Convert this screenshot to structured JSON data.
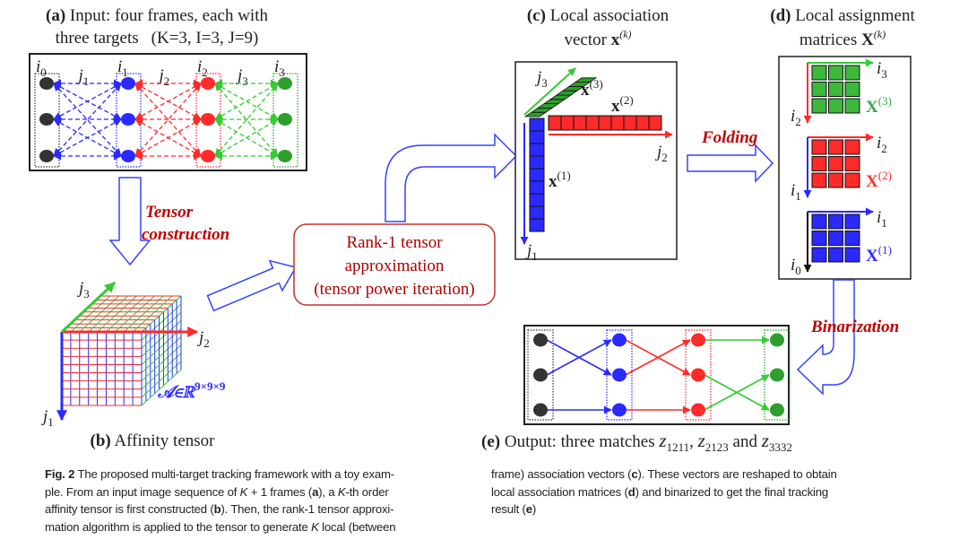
{
  "colors": {
    "frame0": "#333333",
    "frame1": "#2a2aff",
    "frame2": "#ff2a2a",
    "frame3": "#2e9e2e",
    "link3": "#33cc33",
    "hollow_arrow": "#3344ff",
    "process_red": "#c00000"
  },
  "panel_a": {
    "title_bold": "(a)",
    "title_line1": " Input: four frames, each with",
    "title_line2": "three targets",
    "params": "(K=3, I=3, J=9)",
    "frame_labels": [
      {
        "base": "i",
        "sub": "0"
      },
      {
        "base": "i",
        "sub": "1"
      },
      {
        "base": "i",
        "sub": "2"
      },
      {
        "base": "i",
        "sub": "3"
      }
    ],
    "link_labels": [
      {
        "base": "j",
        "sub": "1"
      },
      {
        "base": "j",
        "sub": "2"
      },
      {
        "base": "j",
        "sub": "3"
      }
    ]
  },
  "step_tensor_construction": [
    "Tensor",
    "construction"
  ],
  "panel_b": {
    "title_bold": "(b)",
    "title": " Affinity tensor",
    "axes": [
      {
        "base": "j",
        "sub": "1"
      },
      {
        "base": "j",
        "sub": "2"
      },
      {
        "base": "j",
        "sub": "3"
      }
    ],
    "tensor_label": "𝒜∈ℝ",
    "tensor_dims": "9×9×9"
  },
  "rank1_box": [
    "Rank-1 tensor",
    "approximation",
    "(tensor power iteration)"
  ],
  "panel_c": {
    "title_bold": "(c)",
    "title_line1": " Local association",
    "title_line2": "vector ",
    "vec": "x",
    "sup": "(k)",
    "vectors": [
      {
        "base": "x",
        "sup": "(1)"
      },
      {
        "base": "x",
        "sup": "(2)"
      },
      {
        "base": "x",
        "sup": "(3)"
      }
    ],
    "axes": [
      {
        "base": "j",
        "sub": "1"
      },
      {
        "base": "j",
        "sub": "2"
      },
      {
        "base": "j",
        "sub": "3"
      }
    ]
  },
  "step_folding": "Folding",
  "panel_d": {
    "title_bold": "(d)",
    "title_line1": " Local assignment",
    "title_line2": "matrices ",
    "mat": "X",
    "sup": "(k)",
    "matrices": [
      {
        "name": "X",
        "sup": "(3)",
        "row": {
          "base": "i",
          "sub": "2"
        },
        "col": {
          "base": "i",
          "sub": "3"
        }
      },
      {
        "name": "X",
        "sup": "(2)",
        "row": {
          "base": "i",
          "sub": "1"
        },
        "col": {
          "base": "i",
          "sub": "2"
        }
      },
      {
        "name": "X",
        "sup": "(1)",
        "row": {
          "base": "i",
          "sub": "0"
        },
        "col": {
          "base": "i",
          "sub": "1"
        }
      }
    ]
  },
  "step_binarization": "Binarization",
  "panel_e": {
    "title_bold": "(e)",
    "title": " Output: three matches ",
    "matches": [
      {
        "base": "z",
        "sub": "1211"
      },
      {
        "base": "z",
        "sub": "2123"
      },
      {
        "base": "z",
        "sub": "3332"
      }
    ],
    "sep1": ",  ",
    "sep2": " and ",
    "links": [
      [
        [
          0,
          1
        ],
        [
          1,
          0
        ],
        [
          2,
          2
        ]
      ],
      [
        [
          0,
          1
        ],
        [
          1,
          0
        ],
        [
          2,
          2
        ]
      ],
      [
        [
          0,
          0
        ],
        [
          1,
          2
        ],
        [
          2,
          1
        ]
      ]
    ]
  },
  "caption": {
    "left": [
      [
        {
          "t": "Fig. 2",
          "b": true
        },
        {
          "t": "  The proposed multi-target tracking framework with a toy exam-"
        }
      ],
      [
        {
          "t": "ple. From an input image sequence of "
        },
        {
          "t": "K",
          "i": true
        },
        {
          "t": " + 1 frames ("
        },
        {
          "t": "a",
          "b": true
        },
        {
          "t": "), a "
        },
        {
          "t": "K",
          "i": true
        },
        {
          "t": "-th order"
        }
      ],
      [
        {
          "t": "affinity tensor is first constructed ("
        },
        {
          "t": "b",
          "b": true
        },
        {
          "t": "). Then, the rank-1 tensor approxi-"
        }
      ],
      [
        {
          "t": "mation algorithm is applied to the tensor to generate "
        },
        {
          "t": "K",
          "i": true
        },
        {
          "t": " local (between"
        }
      ]
    ],
    "right": [
      [
        {
          "t": "frame) association vectors ("
        },
        {
          "t": "c",
          "b": true
        },
        {
          "t": "). These vectors are reshaped to obtain"
        }
      ],
      [
        {
          "t": "local association matrices ("
        },
        {
          "t": "d",
          "b": true
        },
        {
          "t": ") and binarized to get the final tracking"
        }
      ],
      [
        {
          "t": "result ("
        },
        {
          "t": "e",
          "b": true
        },
        {
          "t": ")"
        }
      ]
    ]
  }
}
